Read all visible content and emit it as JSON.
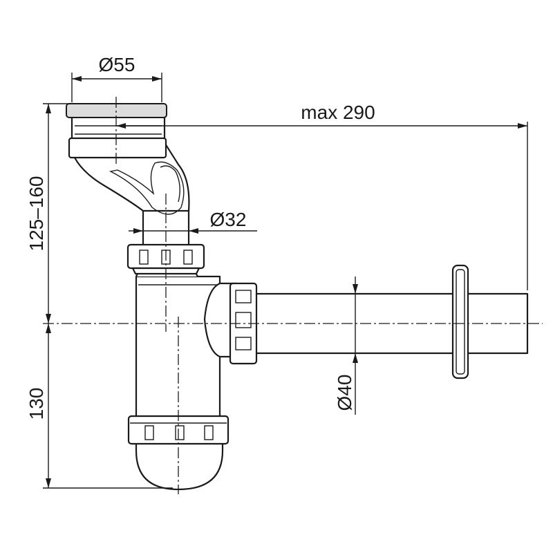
{
  "dimensions": {
    "inlet_diameter": "Ø55",
    "max_length": "max 290",
    "inner_pipe_diameter": "Ø32",
    "height_range": "125–160",
    "outlet_diameter": "Ø40",
    "bottom_height": "130"
  },
  "colors": {
    "line": "#1a1a1a",
    "fill": "#ffffff",
    "ring_fill": "#dcdcdc"
  }
}
